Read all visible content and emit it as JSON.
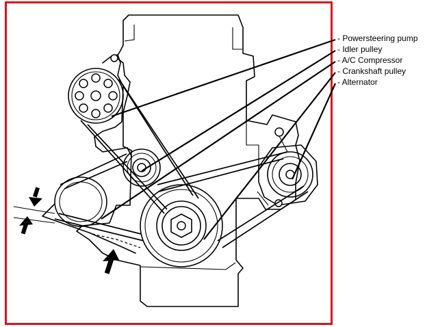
{
  "legend": {
    "items": [
      "- Powersteering pump",
      "- Idler pulley",
      "- A/C Compressor",
      "- Crankshaft pulley",
      "- Alternator"
    ]
  },
  "colors": {
    "frame": "#e0101a",
    "line": "#000000",
    "background": "#ffffff"
  },
  "icons": [
    "arrow-down-icon",
    "arrow-up-icon",
    "arrow-up-icon"
  ]
}
